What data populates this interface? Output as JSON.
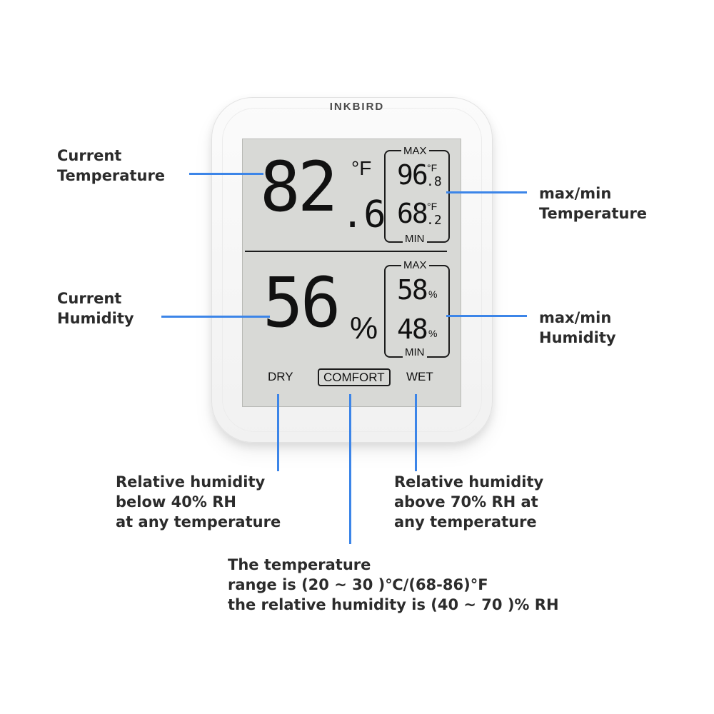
{
  "device": {
    "brand": "INKBIRD",
    "temperature": {
      "integer": "82",
      "decimal": ".6",
      "unit": "°F"
    },
    "temp_max": {
      "label": "MAX",
      "integer": "96",
      "decimal": ".8",
      "unit": "°F"
    },
    "temp_min": {
      "label": "MIN",
      "integer": "68",
      "decimal": ".2",
      "unit": "°F"
    },
    "humidity": {
      "value": "56",
      "unit": "%"
    },
    "hum_max": {
      "label": "MAX",
      "value": "58",
      "unit": "%"
    },
    "hum_min": {
      "label": "MIN",
      "value": "48",
      "unit": "%"
    },
    "states": {
      "dry": "DRY",
      "comfort": "COMFORT",
      "wet": "WET"
    }
  },
  "callouts": {
    "current_temperature": [
      "Current",
      "Temperature"
    ],
    "maxmin_temperature": [
      "max/min",
      "Temperature"
    ],
    "current_humidity": [
      "Current",
      "Humidity"
    ],
    "maxmin_humidity": [
      "max/min",
      "Humidity"
    ],
    "dry": [
      "Relative humidity",
      "below 40% RH",
      "at any temperature"
    ],
    "wet": [
      "Relative humidity",
      "above 70% RH at",
      "any temperature"
    ],
    "comfort": [
      "The temperature",
      "range is (20 ~ 30 )℃/(68-86)°F",
      "the relative humidity is (40 ~ 70 )% RH"
    ]
  },
  "colors": {
    "callout_line": "#3c85e8",
    "lcd_background": "#d8d9d6",
    "lcd_digits": "#111111"
  }
}
